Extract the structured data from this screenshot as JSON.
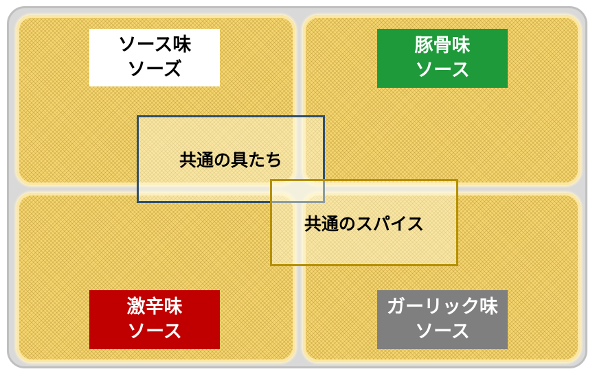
{
  "labels": {
    "sauce": "ソース味\nソーズ",
    "tonkotsu": "豚骨味\nソース",
    "spicy": "激辛味\nソース",
    "garlic": "ガーリック味\nソース"
  },
  "overlaps": {
    "ingredients": "共通の具たち",
    "spices": "共通のスパイス"
  },
  "colors": {
    "tonkotsu": "#1e9a3a",
    "spicy": "#c00000",
    "garlic": "#7f7f7f",
    "quadrant": "#f5d56e",
    "ingredients_border": "#2f4f6f",
    "spices_border": "#b58f00"
  }
}
